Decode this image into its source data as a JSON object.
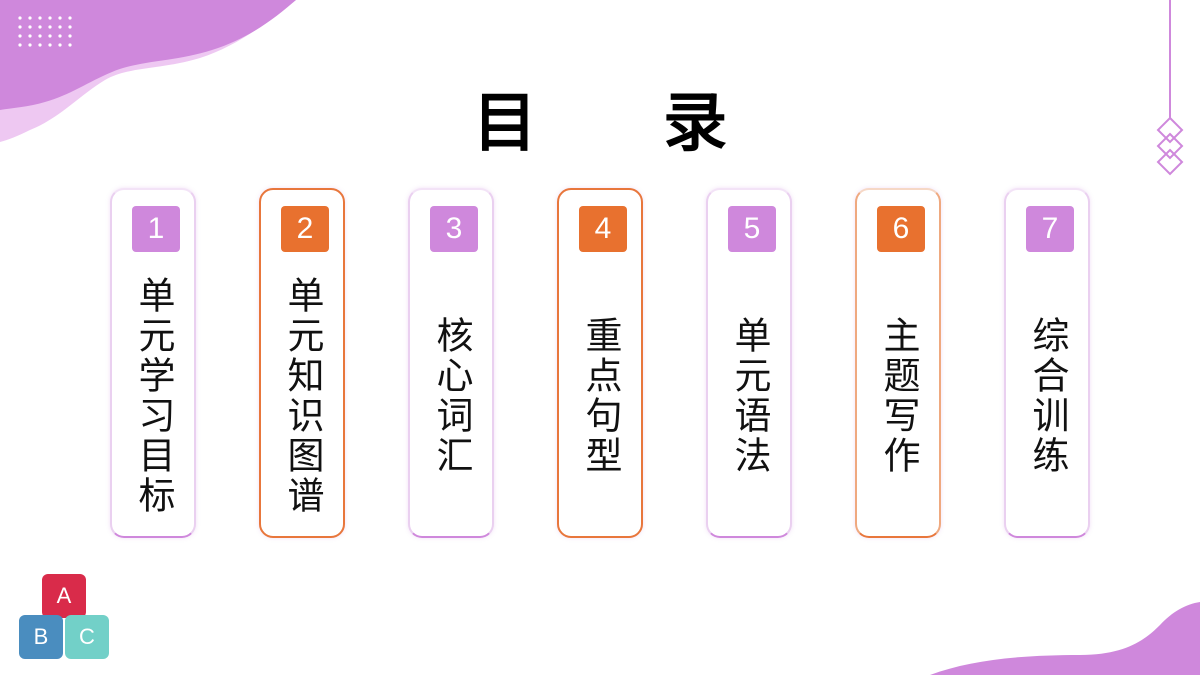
{
  "title": "目 录",
  "items": [
    {
      "number": "1",
      "label": "单元学习目标"
    },
    {
      "number": "2",
      "label": "单元知识图谱"
    },
    {
      "number": "3",
      "label": "核心词汇"
    },
    {
      "number": "4",
      "label": "重点句型"
    },
    {
      "number": "5",
      "label": "单元语法"
    },
    {
      "number": "6",
      "label": "主题写作"
    },
    {
      "number": "7",
      "label": "综合训练"
    }
  ],
  "abc_blocks": [
    "A",
    "B",
    "C"
  ],
  "colors": {
    "purple": "#cf88dc",
    "orange": "#e8712f",
    "block_a": "#d92b4a",
    "block_b": "#4a8dbf",
    "block_c": "#72d0c8"
  }
}
